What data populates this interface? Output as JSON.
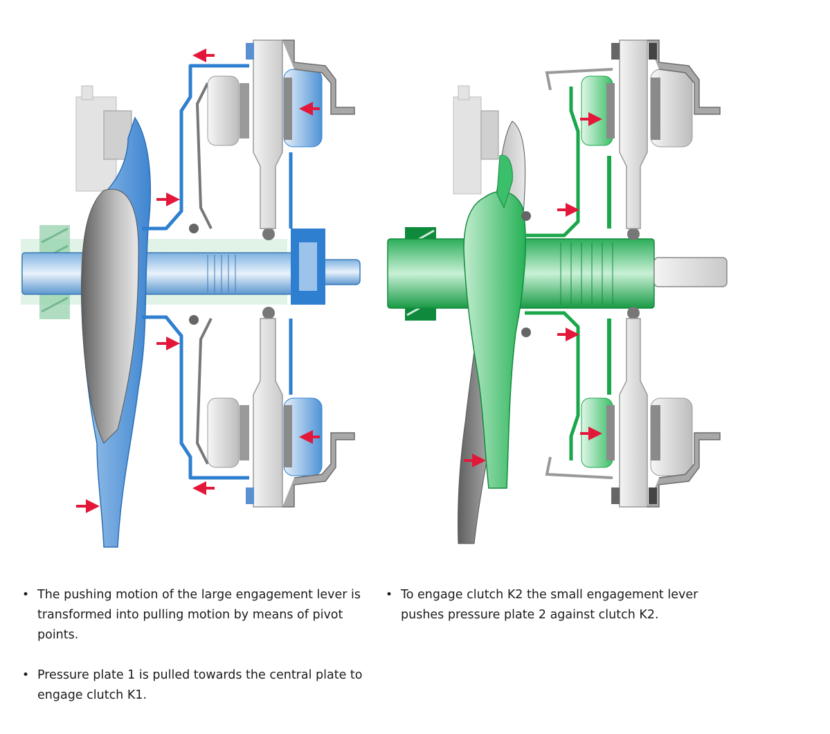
{
  "colors": {
    "k1_blue": "#4a90d9",
    "k1_blue_light": "#9cc3ea",
    "k2_green": "#1aa64a",
    "k2_green_light": "#8fd8a6",
    "arrow_red": "#e3173a",
    "metal_grey": "#8e8e8e",
    "housing_grey": "#d9d9d9"
  },
  "diagrams": [
    {
      "name": "clutch-k1-engaged",
      "highlight": "k1_blue",
      "icon": "dual-clutch-cross-section"
    },
    {
      "name": "clutch-k2-engaged",
      "highlight": "k2_green",
      "icon": "dual-clutch-cross-section"
    }
  ],
  "bullets_left": [
    "The pushing motion of the large engagement lever is transformed into pulling motion by means of pivot points.",
    "Pressure plate 1 is pulled towards the central plate to engage clutch K1."
  ],
  "bullets_right": [
    "To engage clutch K2 the small engagement lever pushes pressure plate 2 against clutch K2."
  ]
}
